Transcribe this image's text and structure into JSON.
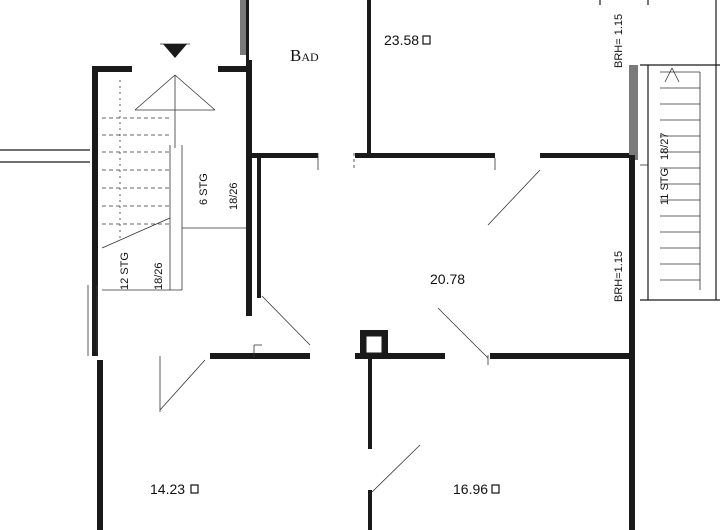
{
  "rooms": {
    "bad_label": "Bad",
    "bad_area": "23.58",
    "hall_area": "20.78",
    "room_left_area": "14.23",
    "room_right_area": "16.96"
  },
  "stairs": {
    "left_lower": "12 STG",
    "left_lower_ratio": "18/26",
    "left_upper": "6 STG",
    "left_upper_ratio": "18/26",
    "right": "11 STG",
    "right_ratio": "18/27"
  },
  "windows": {
    "top_right_brh": "BRH= 1.15",
    "mid_right_brh": "BRH=1.15"
  }
}
